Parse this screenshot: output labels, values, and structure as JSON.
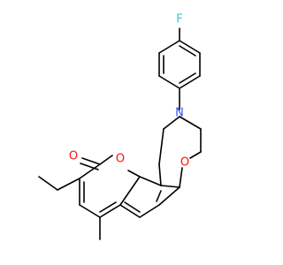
{
  "molecule": {
    "atoms": {
      "fluorine": {
        "symbol": "F",
        "color": "#33cccc"
      },
      "nitrogen": {
        "symbol": "N",
        "color": "#3050f8"
      },
      "oxygen_carbonyl": {
        "symbol": "O",
        "color": "#ff0d0d"
      },
      "oxygen_pyranone": {
        "symbol": "O",
        "color": "#ff0d0d"
      },
      "oxygen_oxazine": {
        "symbol": "O",
        "color": "#ff0d0d"
      }
    },
    "bond_color": "#000000"
  }
}
